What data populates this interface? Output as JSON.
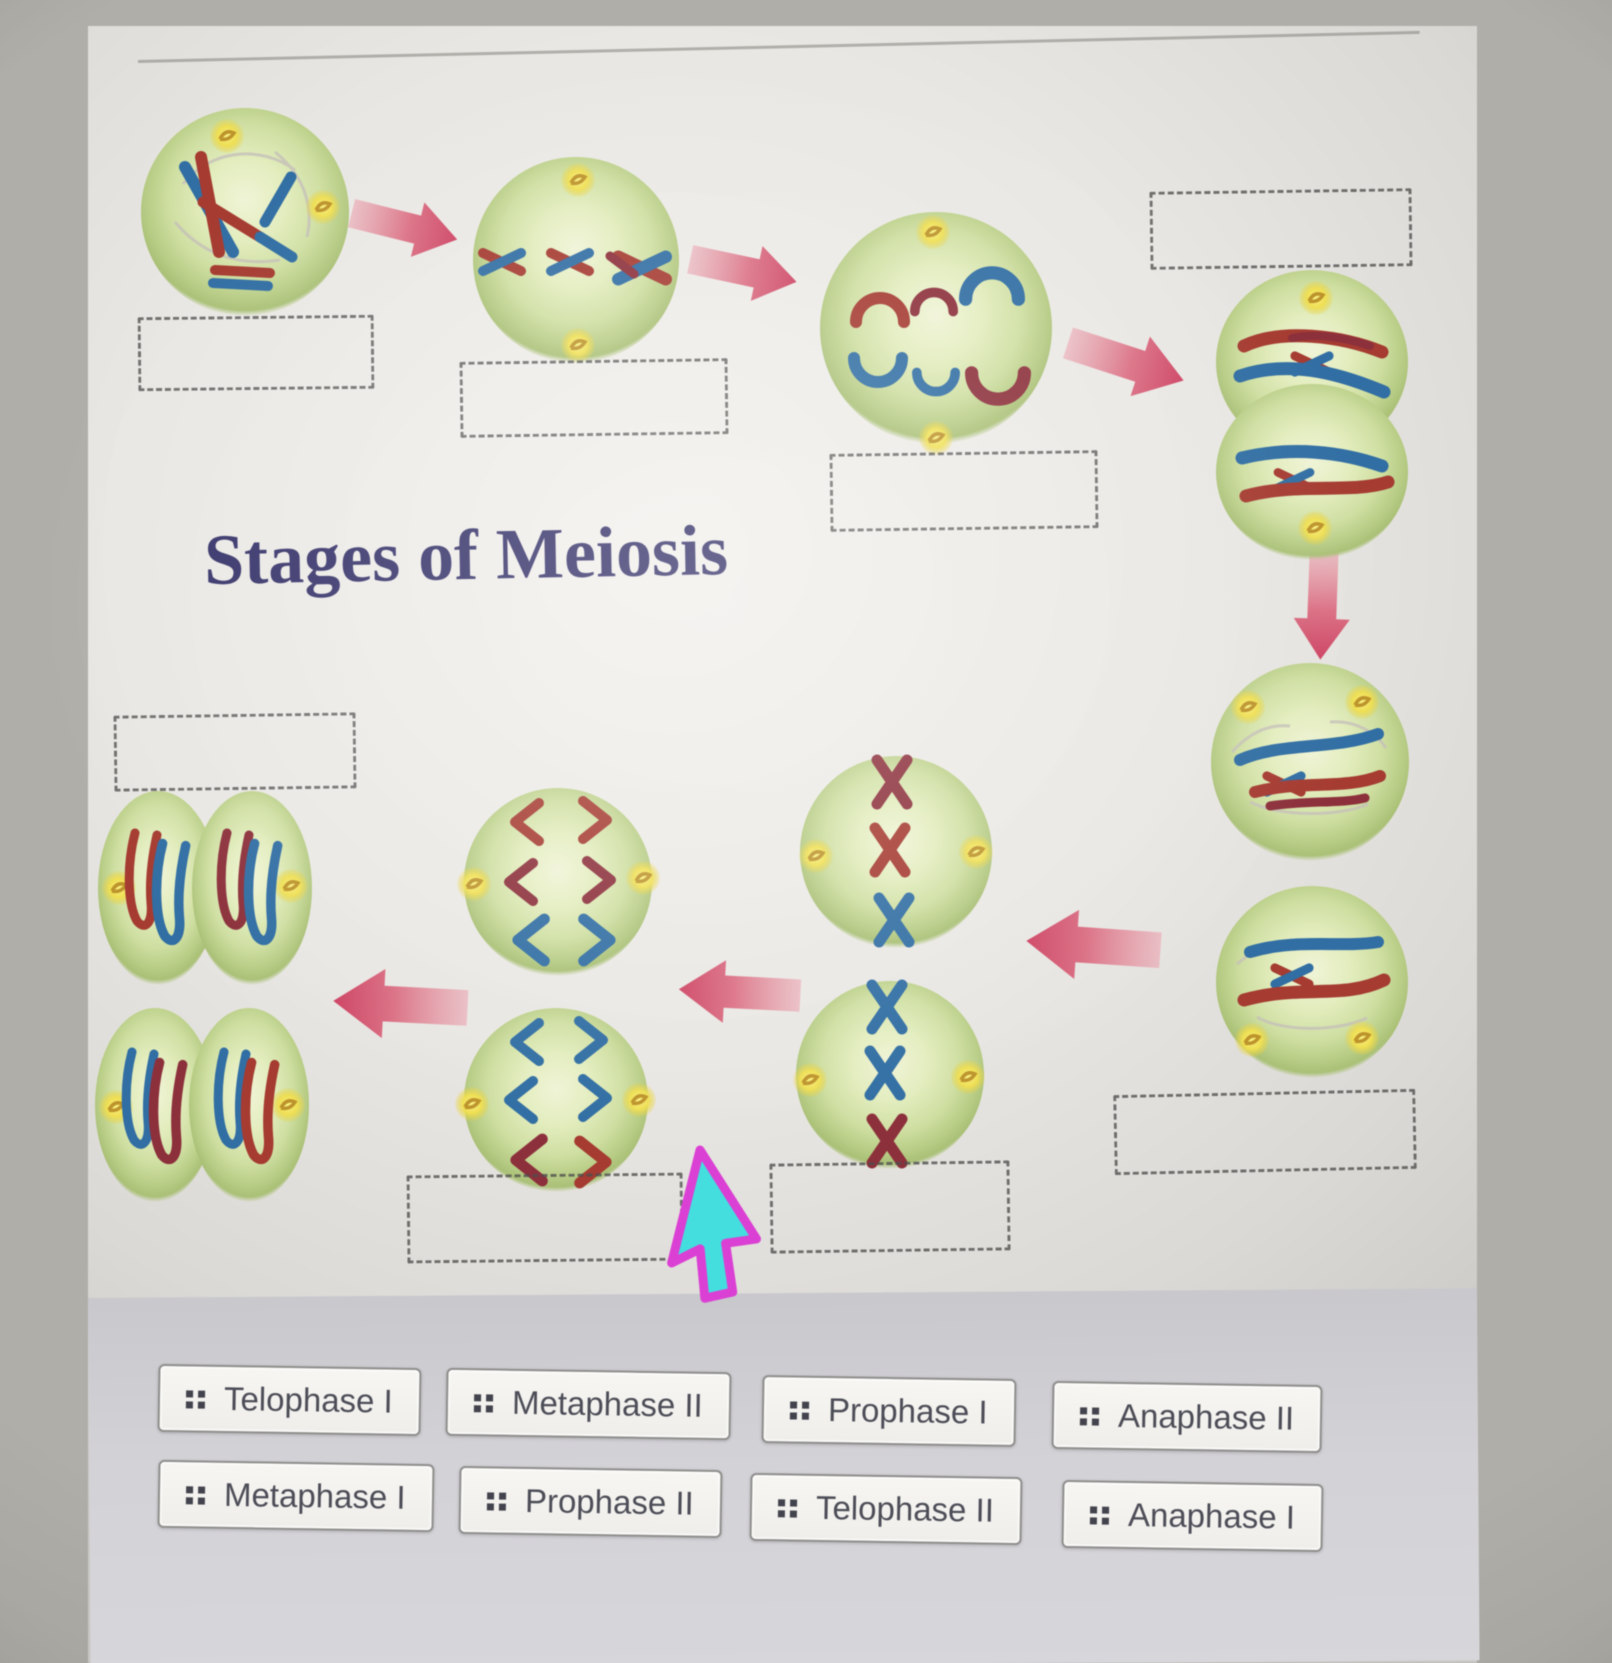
{
  "page": {
    "title": "Stages of Meiosis"
  },
  "chips": {
    "row1": [
      "Telophase I",
      "Metaphase II",
      "Prophase I",
      "Anaphase II"
    ],
    "row2": [
      "Metaphase I",
      "Prophase II",
      "Telophase II",
      "Anaphase I"
    ]
  },
  "colors": {
    "title_navy": "#34316a",
    "arrow_pink": "#d44a66",
    "cell_green": "#cfdfa0",
    "centriole_yellow": "#f0df4e",
    "chromosome_red": "#a83a30",
    "chromosome_blue": "#2f6ea6",
    "cursor_fill": "#3fdfe0",
    "cursor_outline": "#e03ed8"
  }
}
